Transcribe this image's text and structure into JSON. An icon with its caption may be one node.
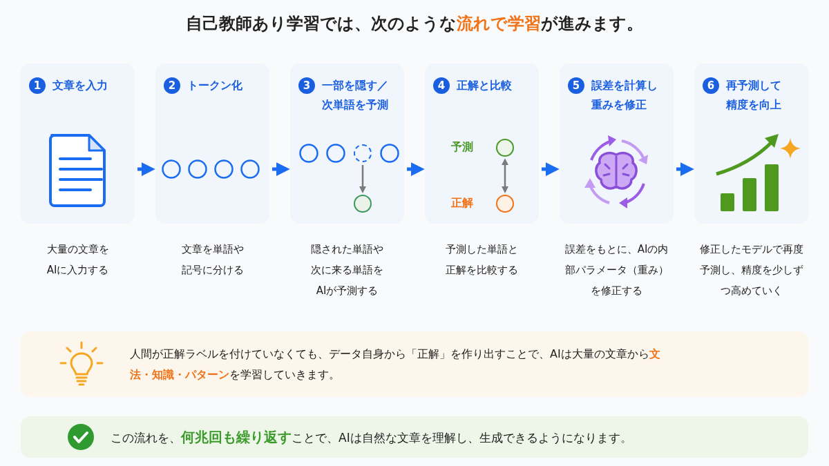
{
  "diagram": {
    "title": "自己教師あり学習では、次のような**流れで学習**が進みます。",
    "nodes": [
      {
        "text": [
          "1",
          "文章を入力"
        ],
        "beside": [
          "大量の文章をAIに入力する"
        ]
      },
      {
        "text": [
          "2",
          "トークン化"
        ],
        "beside": [
          "文章を単語や記号に分ける"
        ]
      },
      {
        "text": [
          "3",
          "一部を隠す／次単語を予測"
        ],
        "beside": [
          "隠された単語や次に来る単語をAIが予測する"
        ]
      },
      {
        "text": [
          "4",
          "正解と比較"
        ],
        "beside": [
          "予測した単語と正解を比較する"
        ]
      },
      {
        "text": [
          "5",
          "誤差を計算し重みを修正"
        ],
        "beside": [
          "誤差をもとに、AIの内部パラメータ（重み）を修正する"
        ]
      },
      {
        "text": [
          "6",
          "再予測して精度を向上"
        ],
        "beside": [
          "修正したモデルで再度予測し、精度を少しずつ高めていく"
        ]
      },
      {
        "text": [],
        "shape": "circle",
        "in": 2
      },
      {
        "text": [],
        "shape": "circle",
        "in": 2
      },
      {
        "text": [],
        "shape": "circle",
        "in": 3,
        "beside": [
          "予測"
        ]
      },
      {
        "text": [],
        "shape": "circle",
        "in": 3,
        "beside": [
          "正解"
        ]
      },
      {
        "text": [
          "人間が正解ラベルを付けていなくても、データ自身から「正解」を作り出すことで、AIは大量の文章から**文法・知識・パターン**を学習していきます。"
        ]
      },
      {
        "text": [
          "この流れを、**何兆回も繰り返す**ことで、AIは自然な文章を理解し、生成できるようになります。"
        ]
      }
    ],
    "edges": [
      {
        "from": 0,
        "to": 1,
        "arrow": "to"
      },
      {
        "from": 1,
        "to": 2,
        "arrow": "to"
      },
      {
        "from": 2,
        "to": 3,
        "arrow": "to"
      },
      {
        "from": 3,
        "to": 4,
        "arrow": "to"
      },
      {
        "from": 4,
        "to": 5,
        "arrow": "to"
      },
      {
        "from": 6,
        "to": 7,
        "arrow": "to",
        "color": "#7a7a7a"
      },
      {
        "from": 8,
        "to": 9,
        "arrow": "both",
        "color": "#7a7a7a"
      }
    ]
  }
}
